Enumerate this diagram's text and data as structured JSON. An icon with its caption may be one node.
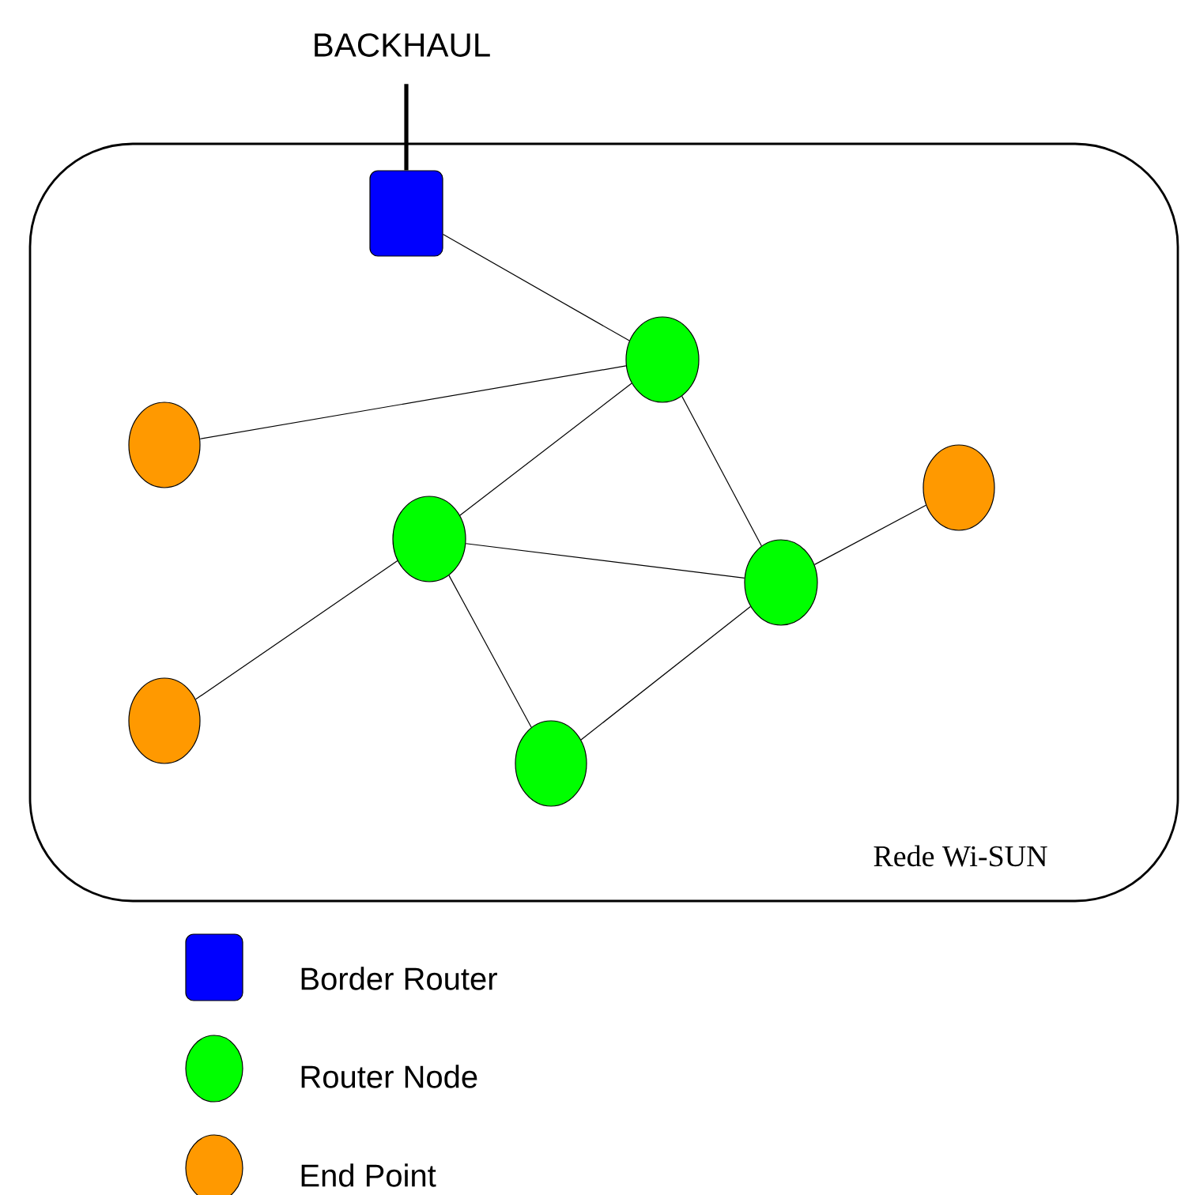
{
  "diagram": {
    "nodes": [
      {
        "text": [
          "Rede Wi-SUN"
        ]
      },
      {
        "text": [
          "BACKHAUL"
        ]
      },
      {
        "text": [],
        "shape": "box",
        "in": 0
      },
      {
        "text": [],
        "shape": "circle",
        "in": 0
      },
      {
        "text": [],
        "shape": "circle",
        "in": 0
      },
      {
        "text": [],
        "shape": "circle",
        "in": 0
      },
      {
        "text": [],
        "shape": "circle",
        "in": 0
      },
      {
        "text": [],
        "shape": "circle",
        "in": 0
      },
      {
        "text": [],
        "shape": "circle",
        "in": 0
      },
      {
        "text": [],
        "shape": "circle",
        "in": 0
      }
    ],
    "edges": [
      {
        "from": 1,
        "to": 2,
        "arrow": "none",
        "style": "thick"
      },
      {
        "from": 2,
        "to": 3,
        "arrow": "none"
      },
      {
        "from": 3,
        "to": 4,
        "arrow": "none"
      },
      {
        "from": 3,
        "to": 5,
        "arrow": "none"
      },
      {
        "from": 3,
        "to": 7,
        "arrow": "none"
      },
      {
        "from": 5,
        "to": 7,
        "arrow": "none"
      },
      {
        "from": 5,
        "to": 8,
        "arrow": "none"
      },
      {
        "from": 5,
        "to": 9,
        "arrow": "none"
      },
      {
        "from": 9,
        "to": 7,
        "arrow": "none"
      },
      {
        "from": 7,
        "to": 6,
        "arrow": "none"
      }
    ],
    "legend": [
      {
        "text": "Border Router",
        "color": "#0000ff"
      },
      {
        "text": "Router Node",
        "color": "#00ff00"
      },
      {
        "text": "End Point",
        "color": "#ff9900"
      }
    ]
  }
}
